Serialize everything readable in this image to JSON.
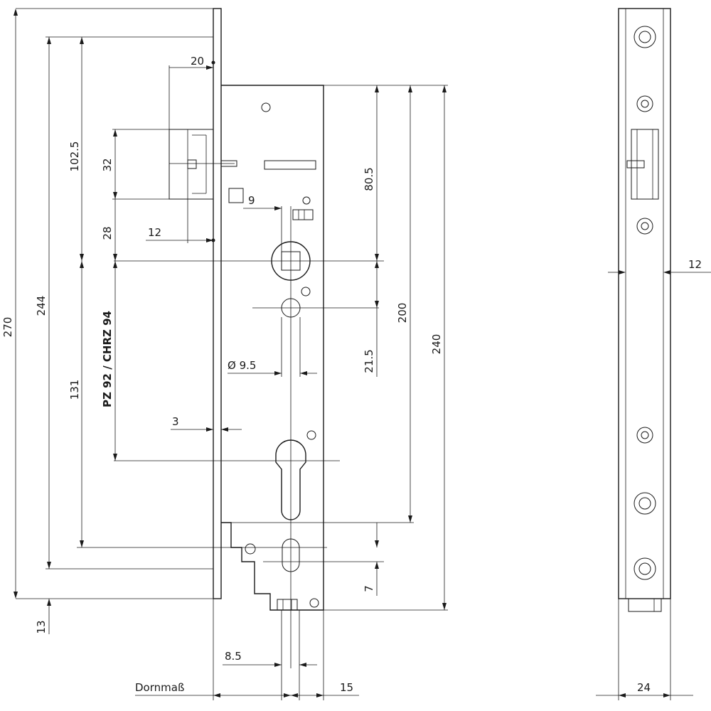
{
  "dimensions": {
    "overall_height": "270",
    "faceplate_span": "244",
    "cylinder_offset": "102.5",
    "latch_height": "32",
    "latch_offset": "28",
    "backset_center": "131",
    "latch_throw": "20",
    "bolt_gap": "12",
    "square_spindle": "9",
    "upper_distance": "80.5",
    "case_height": "200",
    "case_full": "240",
    "hole_offset": "21.5",
    "hole_diameter": "Ø 9.5",
    "plate_thickness": "3",
    "bottom_offset": "7",
    "bottom_extra": "13",
    "bolt_width": "8.5",
    "side_width": "15",
    "face_width": "24",
    "face_thickness": "12"
  },
  "labels": {
    "centre_distance": "PZ 92 / CHRZ 94",
    "backset": "Dornmaß"
  }
}
